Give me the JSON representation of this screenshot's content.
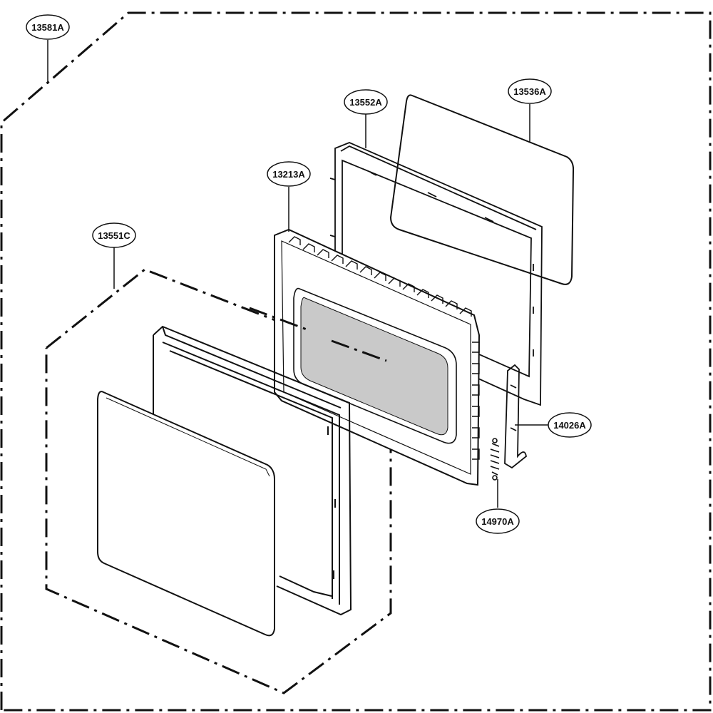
{
  "diagram": {
    "callouts": {
      "assembly_outer": "13581A",
      "door_assembly": "13551C",
      "door_frame": "13213A",
      "choke_cover_frame": "13552A",
      "glass_panel": "13536A",
      "latch_hook": "14026A",
      "spring": "14970A"
    }
  },
  "colors": {
    "line": "#111111",
    "panel_fill": "#ffffff",
    "window_fill": "#c9c9c9"
  }
}
